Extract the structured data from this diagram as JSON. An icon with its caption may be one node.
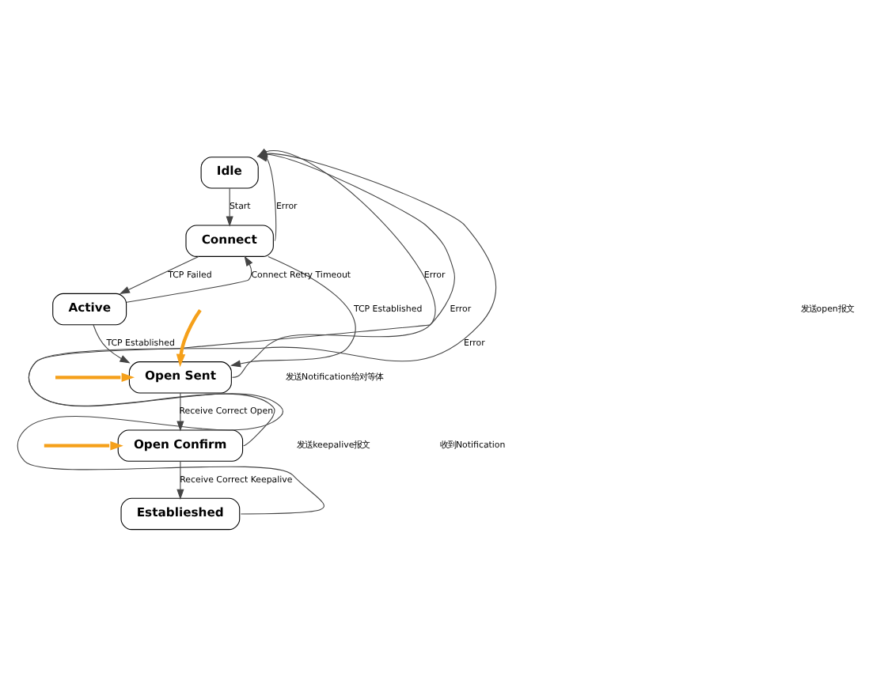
{
  "diagram": {
    "nodes": [
      {
        "text": [
          "Idle"
        ]
      },
      {
        "text": [
          "Connect"
        ]
      },
      {
        "text": [
          "Active"
        ]
      },
      {
        "text": [
          "Open Sent"
        ]
      },
      {
        "text": [
          "Open Confirm"
        ]
      },
      {
        "text": [
          "Establieshed"
        ]
      }
    ],
    "edges": [
      {
        "from": 0,
        "to": 1,
        "arrow": "to",
        "label": "Start"
      },
      {
        "from": 2,
        "to": 1,
        "arrow": "to",
        "label": "Connect Retry Timeout"
      },
      {
        "from": 1,
        "to": 2,
        "arrow": "to",
        "label": "TCP Failed"
      },
      {
        "from": 1,
        "to": 3,
        "arrow": "to",
        "label": "TCP Established"
      },
      {
        "from": 2,
        "to": 3,
        "arrow": "to",
        "label": "TCP Established"
      },
      {
        "from": 3,
        "to": 4,
        "arrow": "to",
        "label": "Receive Correct Open"
      },
      {
        "from": 4,
        "to": 5,
        "arrow": "to",
        "label": "Receive Correct Keepalive"
      },
      {
        "from": 1,
        "to": 0,
        "arrow": "to",
        "label": "Error"
      },
      {
        "from": 3,
        "to": 0,
        "arrow": "to",
        "label": "Error"
      },
      {
        "from": 4,
        "to": 0,
        "arrow": "to",
        "label": "Error"
      },
      {
        "from": 5,
        "to": 0,
        "arrow": "to",
        "label": "Error"
      },
      {
        "from": null,
        "to": 3,
        "arrow": "to",
        "style": "thick",
        "color": "#f5a01a"
      },
      {
        "from": null,
        "to": 3,
        "arrow": "to",
        "style": "thick",
        "color": "#f5a01a"
      },
      {
        "from": null,
        "to": 4,
        "arrow": "to",
        "style": "thick",
        "color": "#f5a01a"
      }
    ],
    "labels": [
      "发送open报文",
      "发送Notification给对等体",
      "发送keepalive报文",
      "收到Notification"
    ]
  }
}
